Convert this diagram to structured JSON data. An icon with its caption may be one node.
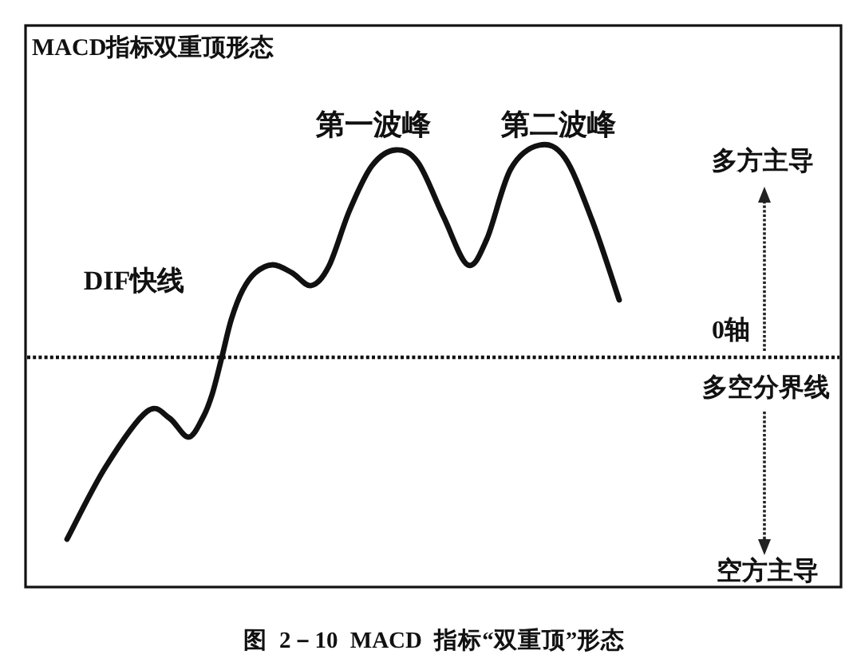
{
  "diagram": {
    "title": "MACD指标双重顶形态",
    "caption": "图 2－10 MACD 指标“双重顶”形态",
    "labels": [
      "第一波峰",
      "第二波峰",
      "多方主导",
      "DIF快线",
      "0轴",
      "多空分界线",
      "空方主导"
    ]
  }
}
